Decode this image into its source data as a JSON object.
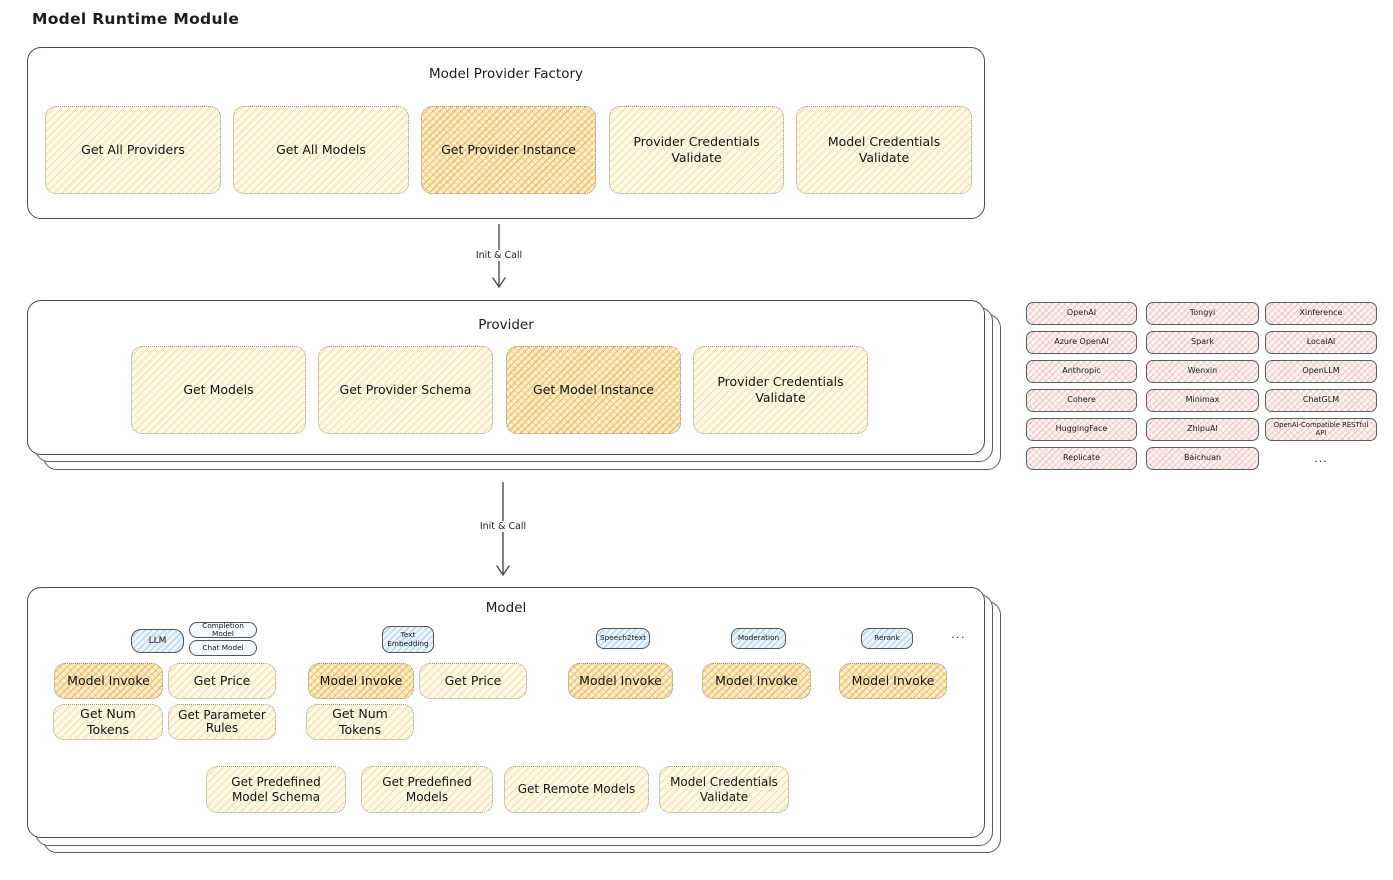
{
  "title": "Model Runtime Module",
  "colors": {
    "accent_yellow": "#fdf8e9",
    "accent_orange_highlight": "#f5c36a",
    "accent_pink": "#fdf4f4",
    "accent_blue": "#eaf4fc",
    "stroke_dark": "#4a4d52"
  },
  "arrows": {
    "factory_to_provider": "Init & Call",
    "provider_to_model": "Init & Call"
  },
  "factory": {
    "title": "Model Provider Factory",
    "buttons": [
      {
        "label": "Get All Providers"
      },
      {
        "label": "Get All Models"
      },
      {
        "label": "Get Provider Instance"
      },
      {
        "label": "Provider Credentials Validate"
      },
      {
        "label": "Model Credentials Validate"
      }
    ]
  },
  "provider": {
    "title": "Provider",
    "buttons": [
      {
        "label": "Get Models"
      },
      {
        "label": "Get Provider Schema"
      },
      {
        "label": "Get Model Instance"
      },
      {
        "label": "Provider Credentials Validate"
      }
    ]
  },
  "provider_list": {
    "col1": [
      "OpenAI",
      "Azure OpenAI",
      "Anthropic",
      "Cohere",
      "HuggingFace",
      "Replicate"
    ],
    "col2": [
      "Tongyi",
      "Spark",
      "Wenxin",
      "Minimax",
      "ZhipuAI",
      "Baichuan"
    ],
    "col3": [
      "Xinference",
      "LocalAI",
      "OpenLLM",
      "ChatGLM",
      "OpenAI-Compatible RESTful API"
    ],
    "more": "..."
  },
  "model": {
    "title": "Model",
    "types": {
      "llm": "LLM",
      "completion": "Completion Model",
      "chat": "Chat Model",
      "text_embedding": "Text Embedding",
      "speech2text": "Speech2text",
      "moderation": "Moderation",
      "rerank": "Rerank",
      "more": "..."
    },
    "ops": {
      "model_invoke": "Model Invoke",
      "get_price": "Get Price",
      "get_num_tokens": "Get Num Tokens",
      "get_parameter_rules": "Get Parameter Rules",
      "get_predefined_model_schema": "Get Predefined Model Schema",
      "get_predefined_models": "Get Predefined Models",
      "get_remote_models": "Get Remote Models",
      "model_credentials_validate": "Model Credentials Validate"
    }
  }
}
